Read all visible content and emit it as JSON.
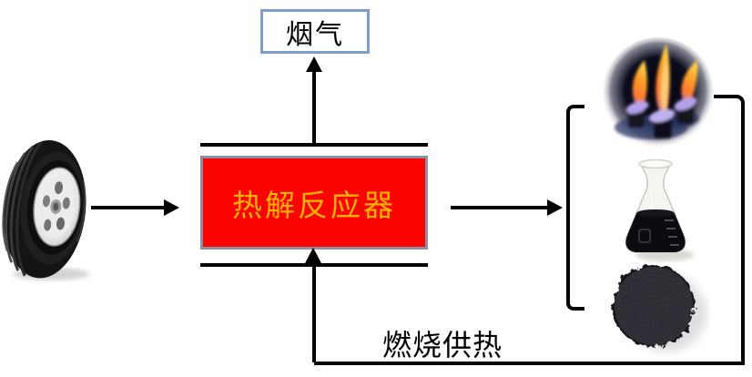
{
  "diagram": {
    "flue_gas_label": "烟气",
    "reactor_label": "热解反应器",
    "heating_label": "燃烧供热",
    "colors": {
      "reactor_fill": "#FA0400",
      "reactor_border": "#8A8FA3",
      "reactor_text": "#FFB400",
      "flue_box_border": "#7E9DC8",
      "line": "#000000"
    },
    "images": {
      "tire": "waste-tire-photo",
      "flame": "gas-flame-photo",
      "oil_flask": "pyrolysis-oil-flask-photo",
      "carbon_black": "carbon-black-pile-photo"
    }
  }
}
